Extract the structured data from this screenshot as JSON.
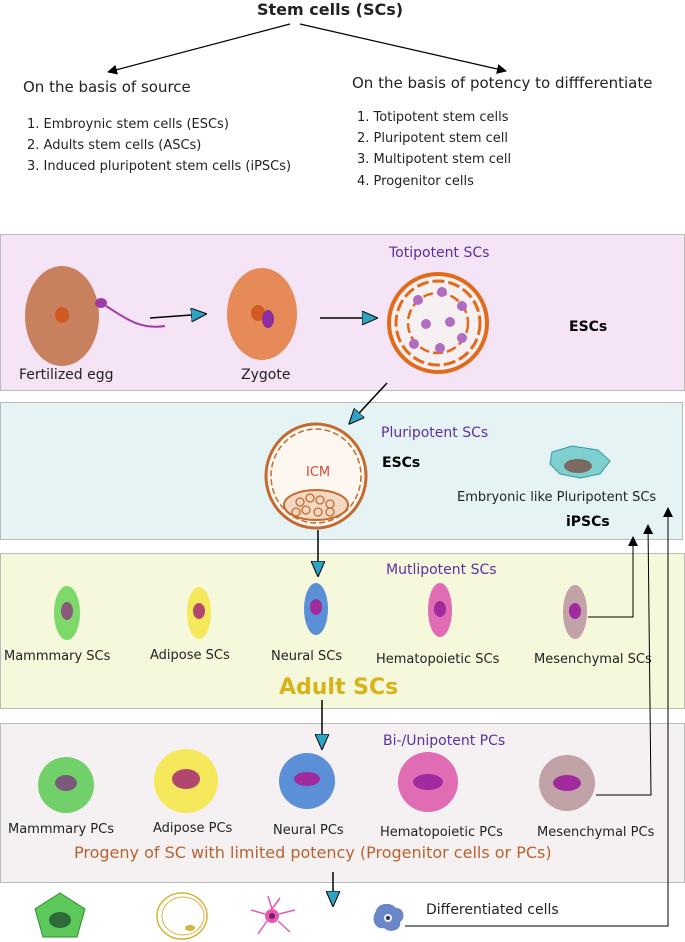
{
  "title": "Stem cells (SCs)",
  "source": {
    "heading": "On the basis of source",
    "items": [
      "1. Embroynic stem cells (ESCs)",
      "2. Adults stem cells (ASCs)",
      "3. Induced pluripotent stem cells (iPSCs)"
    ]
  },
  "potency": {
    "heading": "On the basis of potency to diffferentiate",
    "items": [
      "1. Totipotent stem cells",
      "2. Pluripotent stem cell",
      "3. Multipotent stem cell",
      "4. Progenitor cells"
    ]
  },
  "totipotent": {
    "title": "Totipotent SCs",
    "fertilized_egg": "Fertilized egg",
    "zygote": "Zygote",
    "escs": "ESCs"
  },
  "pluripotent": {
    "title": "Pluripotent SCs",
    "icm": "ICM",
    "escs": "ESCs",
    "embryonic_like": "Embryonic like Pluripotent SCs",
    "ipscs": "iPSCs"
  },
  "multipotent": {
    "title": "Mutlipotent SCs",
    "cells": [
      "Mammmary SCs",
      "Adipose SCs",
      "Neural SCs",
      "Hematopoietic SCs",
      "Mesenchymal SCs"
    ],
    "adult_label": "Adult SCs"
  },
  "progenitor": {
    "title": "Bi-/Unipotent PCs",
    "cells": [
      "Mammmary PCs",
      "Adipose PCs",
      "Neural PCs",
      "Hematopoietic PCs",
      "Mesenchymal PCs"
    ],
    "progeny": "Progeny of SC with limited potency (Progenitor cells or PCs)"
  },
  "differentiated": "Differentiated cells",
  "colors": {
    "totipotent_band": "#f5e4f5",
    "pluripotent_band": "#e6f3f5",
    "multipotent_band": "#f6f8dc",
    "progenitor_band": "#f5f1f2",
    "arrow_teal": "#2ea3c4",
    "stage_title": "#5b2fa0",
    "adult_label": "#d9b21a",
    "progeny_label": "#b8622e",
    "icm_label": "#d24a3c"
  }
}
